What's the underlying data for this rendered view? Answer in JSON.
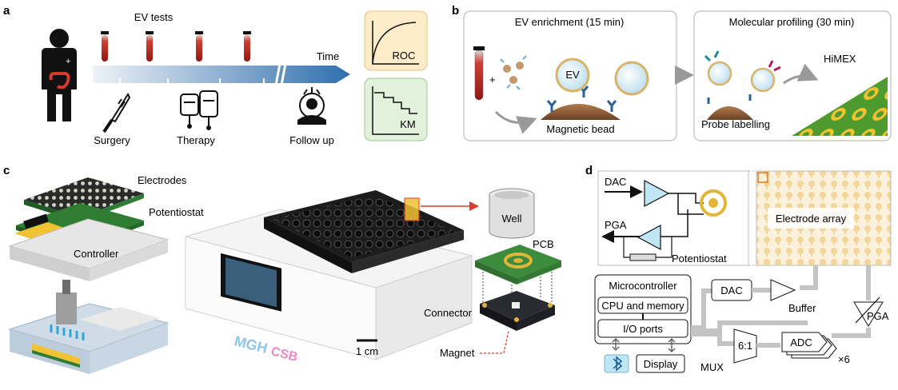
{
  "panels": {
    "a": {
      "letter": "a",
      "ev_tests": "EV tests",
      "time": "Time",
      "surgery": "Surgery",
      "therapy": "Therapy",
      "follow_up": "Follow up",
      "roc": "ROC",
      "km": "KM"
    },
    "b": {
      "letter": "b",
      "enrichment_title": "EV enrichment (15 min)",
      "profiling_title": "Molecular profiling (30 min)",
      "ev": "EV",
      "magnetic_bead": "Magnetic bead",
      "probe_labelling": "Probe labelling",
      "himex": "HiMEX",
      "plus": "+"
    },
    "c": {
      "letter": "c",
      "electrodes": "Electrodes",
      "potentiostat": "Potentiostat",
      "controller": "Controller",
      "well": "Well",
      "pcb": "PCB",
      "connector": "Connector",
      "magnet": "Magnet",
      "scale": "1 cm",
      "device_brand": "MGH",
      "device_sub": "CSB"
    },
    "d": {
      "letter": "d",
      "dac_in": "DAC",
      "pga_in": "PGA",
      "potentiostat": "Potentiostat",
      "electrode_array": "Electrode array",
      "microcontroller": "Microcontroller",
      "cpu_memory": "CPU and memory",
      "io_ports": "I/O ports",
      "dac": "DAC",
      "buffer": "Buffer",
      "pga": "PGA",
      "mux_ratio": "6:1",
      "mux": "MUX",
      "adc": "ADC",
      "x6": "×6",
      "display": "Display"
    }
  },
  "colors": {
    "timeline_blue": "#2f6fae",
    "roc_bg": "#fdecc8",
    "km_bg": "#e2f1dc",
    "blood_red": "#b3241e",
    "bead_brown": "#8a5a38",
    "chip_green": "#4d9a2f",
    "device_black": "#1c1c1c",
    "pcb_green": "#2e7d32",
    "gold": "#e3b536",
    "buffer_cyan": "#bfe6f5"
  },
  "icons": [
    "person-icon",
    "blood-tube-icon",
    "scalpel-icon",
    "iv-bag-icon",
    "doctor-icon",
    "bluetooth-icon",
    "arrow-icon"
  ]
}
